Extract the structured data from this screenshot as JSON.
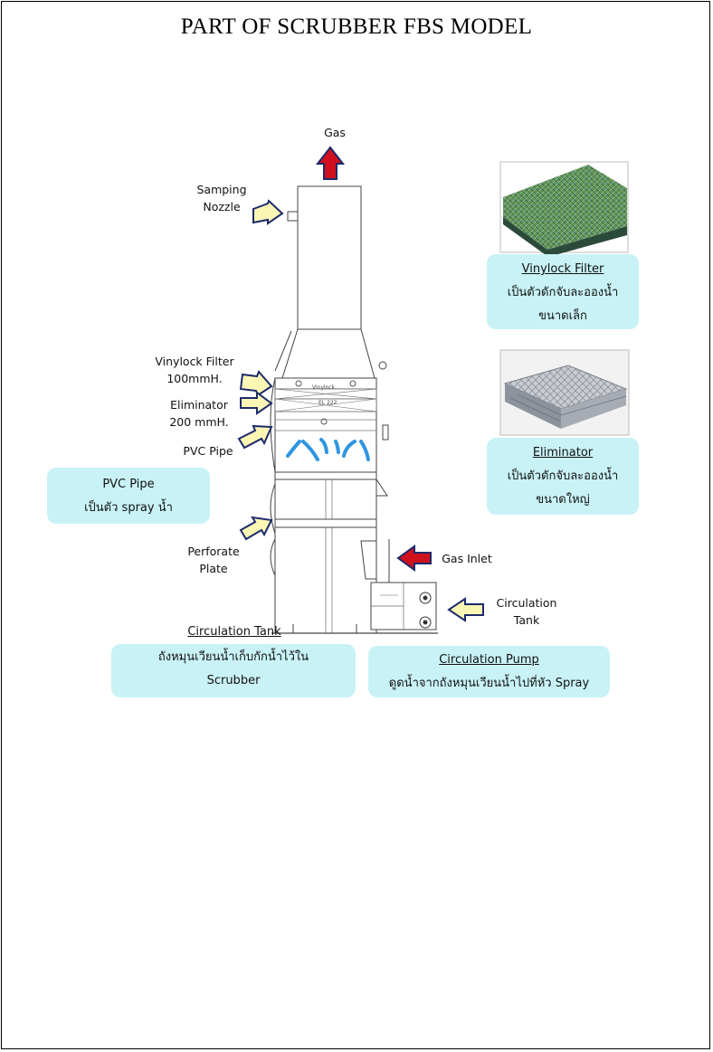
{
  "title": "PART OF SCRUBBER FBS MODEL",
  "labels": {
    "gas": "Gas",
    "samping_nozzle_1": "Samping",
    "samping_nozzle_2": "Nozzle",
    "vinylock_filter_1": "Vinylock  Filter",
    "vinylock_filter_2": "100mmH.",
    "eliminator_1": "Eliminator",
    "eliminator_2": "200 mmH.",
    "pvc_pipe": "PVC Pipe",
    "perforate_1": "Perforate",
    "perforate_2": "Plate",
    "gas_inlet": "Gas Inlet",
    "circulation_tank_1": "Circulation",
    "circulation_tank_2": "Tank",
    "vinylock_mark": "Vinylock",
    "el_mark": "EL 222"
  },
  "boxes": {
    "vinylock": {
      "title": "Vinylock Filter",
      "line1": "เป็นตัวดักจับละอองน้ำ",
      "line2": "ขนาดเล็ก"
    },
    "eliminator": {
      "title": "Eliminator",
      "line1": "เป็นตัวดักจับละอองน้ำ",
      "line2": "ขนาดใหญ่"
    },
    "pvc_pipe": {
      "title": "PVC Pipe",
      "line1": "เป็นตัว spray น้ำ"
    },
    "circulation_tank": {
      "title": "Circulation Tank",
      "line1": "ถังหมุนเวียนน้ำเก็บกักน้ำไว้ใน",
      "line2": "Scrubber"
    },
    "circulation_pump": {
      "title": "Circulation Pump",
      "line1": "ดูดน้ำจากถังหมุนเวียนน้ำไปที่หัว Spray"
    }
  },
  "colors": {
    "box_fill": "#c9f2f6",
    "arrow_yellow": "#fbf6b4",
    "arrow_outline": "#1c2a6b",
    "arrow_red": "#d0101c",
    "spray_blue": "#2f95e0"
  }
}
